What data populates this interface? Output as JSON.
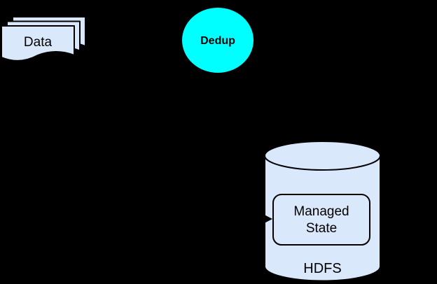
{
  "canvas": {
    "background": "#000000"
  },
  "nodes": {
    "data": {
      "label": "Data",
      "shape": "document-stack",
      "fill": "#dae8fc",
      "stroke": "#000000"
    },
    "dedup": {
      "label": "Dedup",
      "shape": "ellipse",
      "fill": "#00ffff",
      "stroke": "#000000"
    },
    "hdfs": {
      "label": "HDFS",
      "shape": "cylinder",
      "fill": "#dae8fc",
      "stroke": "#000000"
    },
    "managed_state": {
      "label_line1": "Managed",
      "label_line2": "State",
      "shape": "rounded-rectangle",
      "fill": "#dae8fc",
      "stroke": "#000000"
    }
  },
  "edges": {
    "color": "#000000",
    "arrowhead": "filled-triangle-into-managed-state"
  }
}
